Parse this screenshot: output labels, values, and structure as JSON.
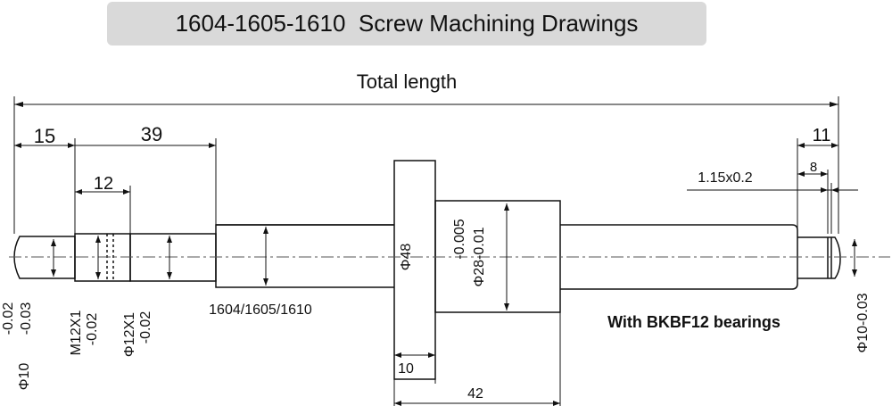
{
  "title": "1604-1605-1610  Screw Machining Drawings",
  "labels": {
    "total_length": "Total length",
    "dim_15": "15",
    "dim_39": "39",
    "dim_12": "12",
    "dim_11": "11",
    "dim_8": "8",
    "groove": "1.15x0.2",
    "dim_10": "10",
    "dim_42": "42",
    "phi48": "Φ48",
    "phi28": "Φ28-0.01",
    "phi28_tol": "-0.005",
    "phi10_left": "Φ10",
    "phi10_left_tol1": "-0.02",
    "phi10_left_tol2": "-0.03",
    "m12": "M12X1",
    "m12_tol": "-0.02",
    "phi12": "Φ12X1",
    "phi12_tol": "-0.02",
    "models": "1604/1605/1610",
    "bearings": "With BKBF12 bearings",
    "phi10_right": "Φ10-0.03"
  }
}
